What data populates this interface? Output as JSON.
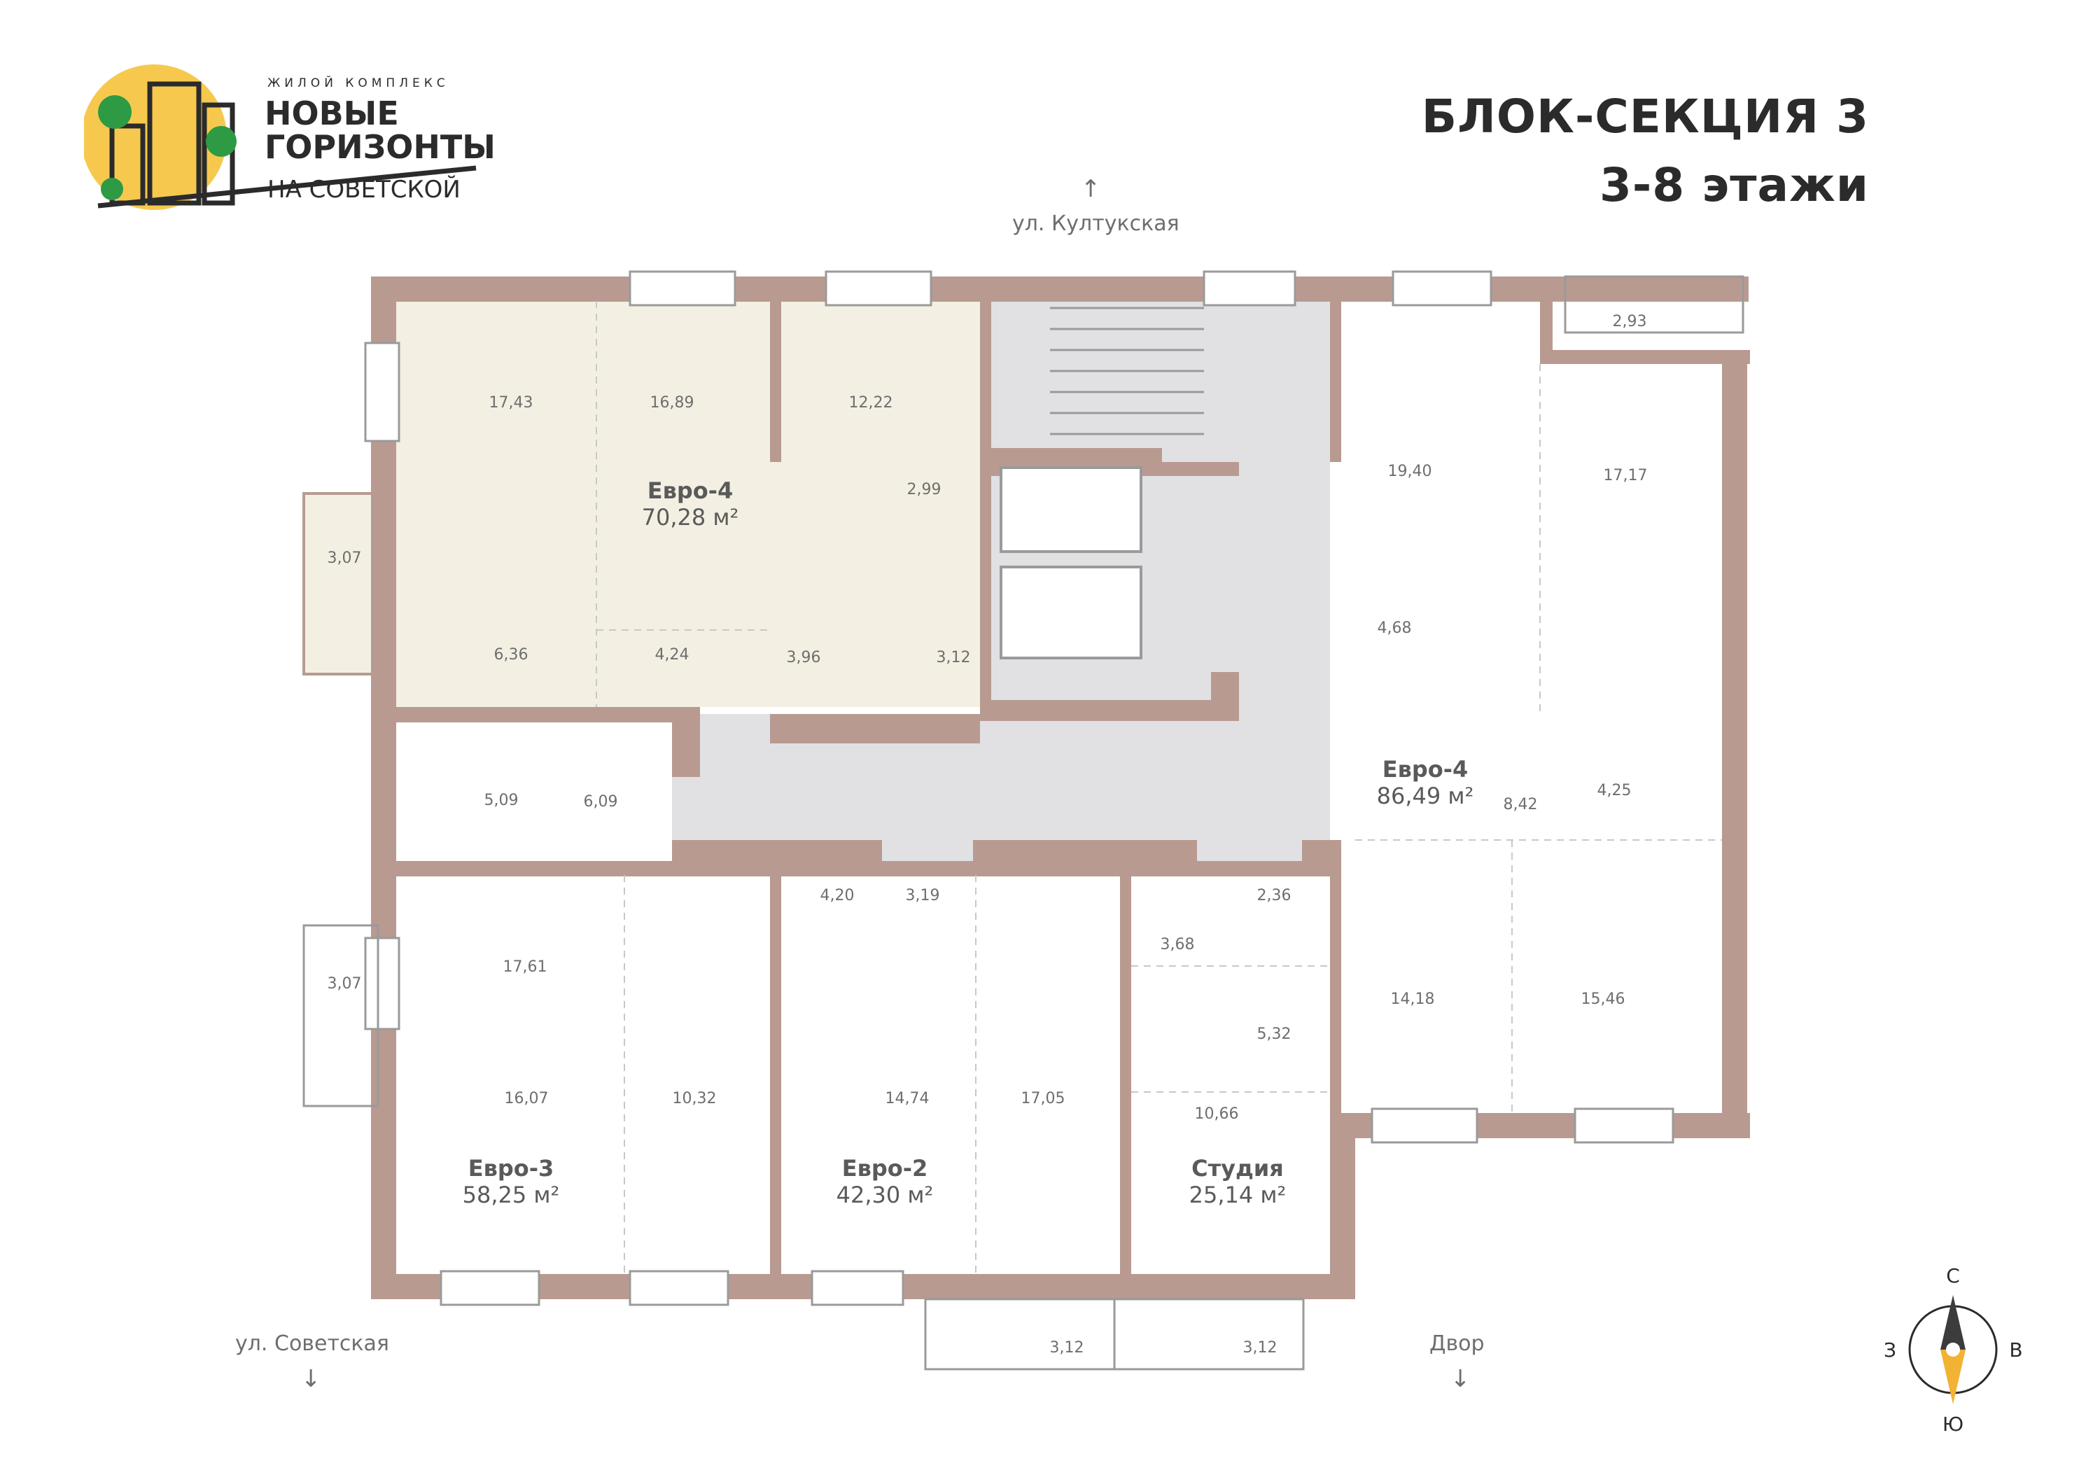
{
  "logo": {
    "small_caption": "ЖИЛОЙ КОМПЛЕКС",
    "line1": "НОВЫЕ",
    "line2": "ГОРИЗОНТЫ",
    "line3": "НА СОВЕТСКОЙ"
  },
  "header": {
    "title": "БЛОК-СЕКЦИЯ 3",
    "floors": "3-8 этажи"
  },
  "streets": {
    "north": "ул. Култукская",
    "southwest": "ул. Советская",
    "yard": "Двор"
  },
  "compass": {
    "n": "С",
    "s": "Ю",
    "w": "З",
    "e": "В"
  },
  "apartments": [
    {
      "type": "Евро-4",
      "area": "70,28 м²"
    },
    {
      "type": "Евро-4",
      "area": "86,49 м²"
    },
    {
      "type": "Евро-3",
      "area": "58,25 м²"
    },
    {
      "type": "Евро-2",
      "area": "42,30 м²"
    },
    {
      "type": "Студия",
      "area": "25,14 м²"
    }
  ],
  "rooms": {
    "r1": "17,43",
    "r2": "16,89",
    "r3": "12,22",
    "r4": "2,99",
    "r5": "3,07",
    "r6": "6,36",
    "r7": "4,24",
    "r8": "3,96",
    "r9": "3,12",
    "r10": "19,40",
    "r11": "17,17",
    "r12": "2,93",
    "r13": "4,68",
    "r14": "8,42",
    "r15": "4,25",
    "r16": "5,09",
    "r17": "6,09",
    "r18": "17,61",
    "r19": "3,07",
    "r20": "16,07",
    "r21": "10,32",
    "r22": "4,20",
    "r23": "3,19",
    "r24": "14,74",
    "r25": "17,05",
    "r26": "2,36",
    "r27": "3,68",
    "r28": "5,32",
    "r29": "10,66",
    "r30": "14,18",
    "r31": "15,46",
    "r32": "3,12",
    "r33": "3,12"
  },
  "colors": {
    "wall": "#b89a91",
    "highlight": "#f3f0e3",
    "common": "#e1e1e4",
    "logo_circle": "#f6c94e",
    "logo_green": "#2e9a44",
    "compass_needle": "#f2b233"
  }
}
